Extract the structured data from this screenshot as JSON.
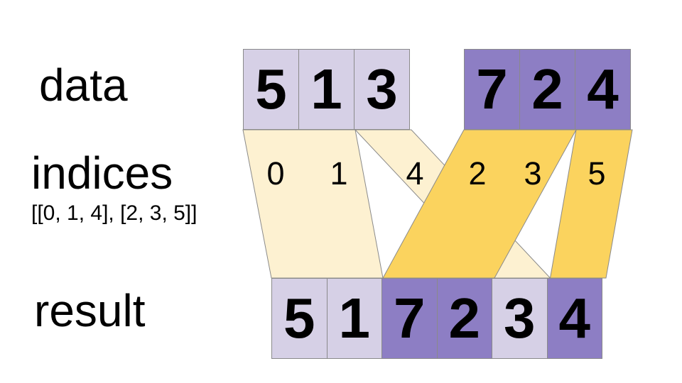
{
  "labels": {
    "data": "data",
    "indices": "indices",
    "indices_value": "[[0, 1, 4], [2, 3, 5]]",
    "result": "result"
  },
  "data_row_1": {
    "values": [
      "5",
      "1",
      "3"
    ]
  },
  "data_row_2": {
    "values": [
      "7",
      "2",
      "4"
    ]
  },
  "indices": {
    "values": [
      "0",
      "1",
      "4",
      "2",
      "3",
      "5"
    ]
  },
  "result_row": {
    "cells": [
      {
        "value": "5",
        "shade": "light"
      },
      {
        "value": "1",
        "shade": "light"
      },
      {
        "value": "7",
        "shade": "dark"
      },
      {
        "value": "2",
        "shade": "dark"
      },
      {
        "value": "3",
        "shade": "light"
      },
      {
        "value": "4",
        "shade": "dark"
      }
    ]
  },
  "colors": {
    "light_purple": "#d6d0e6",
    "dark_purple": "#8d7ec4",
    "cream": "#fdf1d1",
    "gold": "#fbd35e",
    "outline": "#8a8a8a",
    "text": "#000000"
  }
}
